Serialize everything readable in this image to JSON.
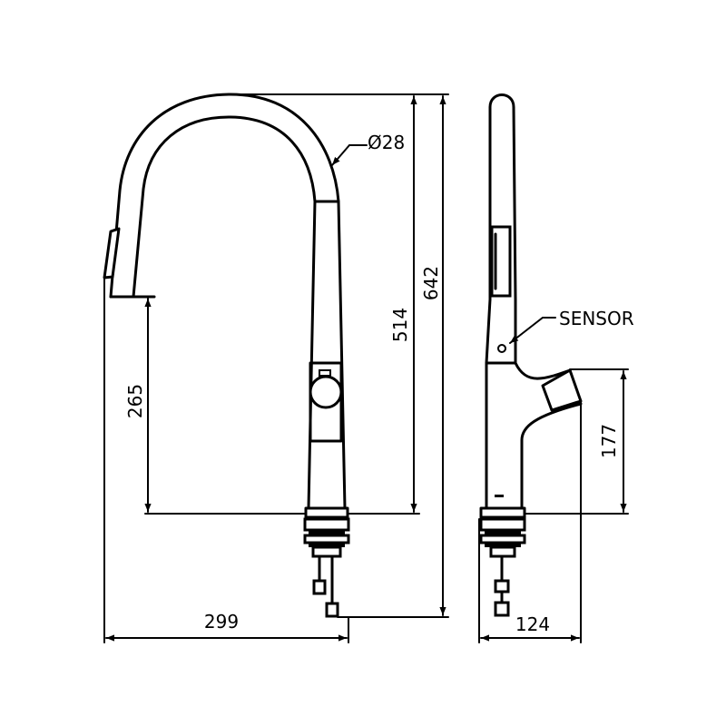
{
  "dimensions": {
    "diameter": "Ø28",
    "spout_height": "514",
    "total_height": "642",
    "outlet_height": "265",
    "reach": "299",
    "lever_height": "177",
    "depth": "124"
  },
  "labels": {
    "sensor": "SENSOR"
  },
  "colors": {
    "line": "#000000",
    "background": "#ffffff"
  }
}
